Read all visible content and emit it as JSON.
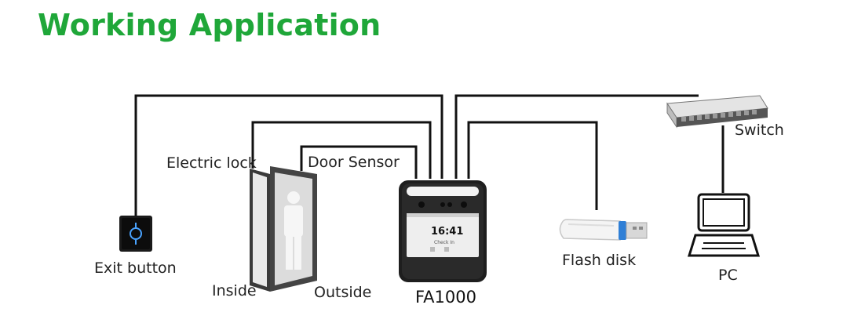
{
  "title": "Working Application",
  "labels": {
    "exit_button": "Exit button",
    "electric_lock": "Electric lock",
    "door_sensor": "Door Sensor",
    "inside": "Inside",
    "outside": "Outside",
    "device": "FA1000",
    "flash_disk": "Flash disk",
    "switch": "Switch",
    "pc": "PC"
  },
  "screen": {
    "time": "16:41",
    "status": "Check In"
  },
  "colors": {
    "title": "#1fa739",
    "wire": "#111111",
    "usb_connector": "#2f7fd6"
  }
}
